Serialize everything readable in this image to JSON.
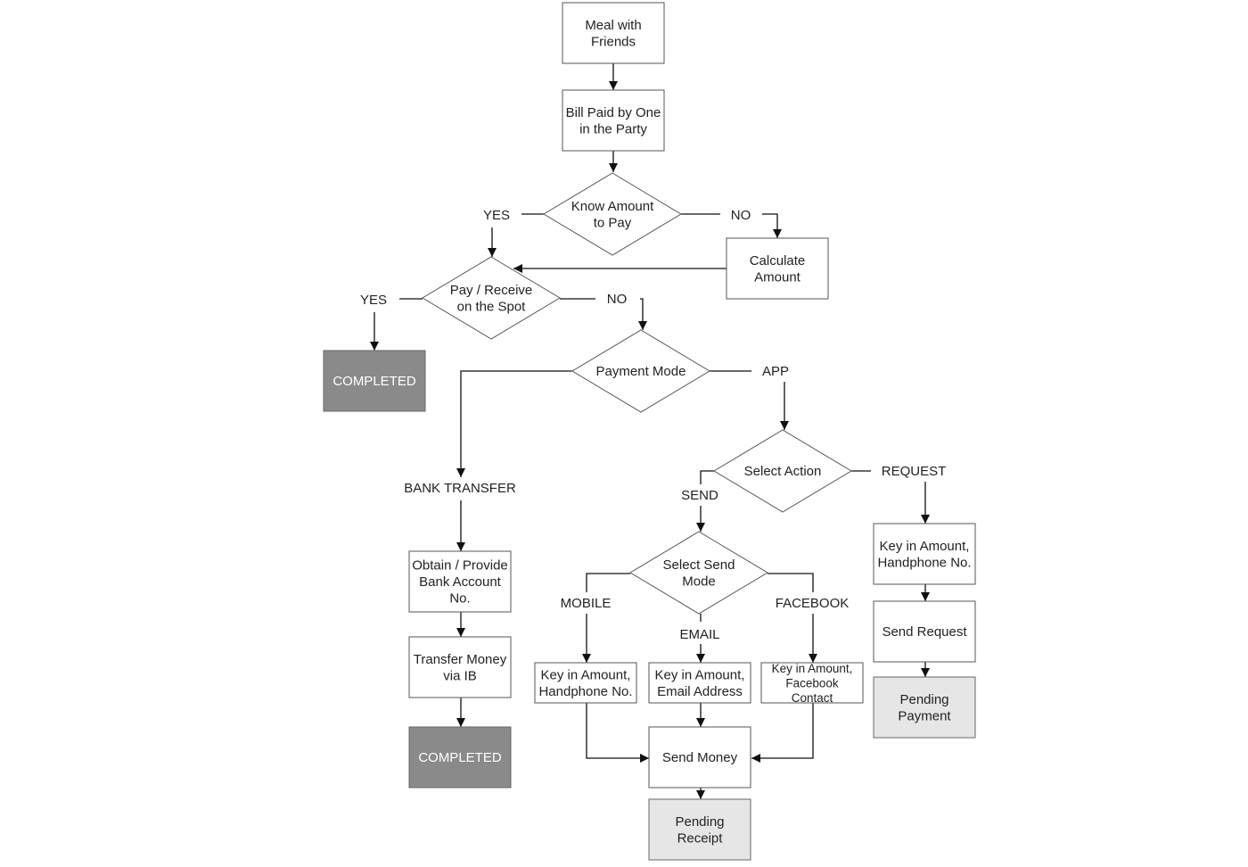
{
  "nodes": {
    "meal": [
      "Meal with",
      "Friends"
    ],
    "bill_paid": [
      "Bill Paid by One",
      "in the Party"
    ],
    "know_amount": [
      "Know Amount",
      "to Pay"
    ],
    "calculate": [
      "Calculate",
      "Amount"
    ],
    "pay_receive": [
      "Pay / Receive",
      "on the Spot"
    ],
    "completed_1": [
      "COMPLETED"
    ],
    "payment_mode": [
      "Payment Mode"
    ],
    "select_action": [
      "Select Action"
    ],
    "obtain_bank": [
      "Obtain / Provide",
      "Bank Account",
      "No."
    ],
    "transfer_money": [
      "Transfer Money",
      "via IB"
    ],
    "completed_2": [
      "COMPLETED"
    ],
    "select_send_mode": [
      "Select Send",
      "Mode"
    ],
    "key_mobile": [
      "Key in Amount,",
      "Handphone No."
    ],
    "key_email": [
      "Key in Amount,",
      "Email Address"
    ],
    "key_facebook": [
      "Key in Amount,",
      "Facebook",
      "Contact"
    ],
    "send_money": [
      "Send Money"
    ],
    "pending_receipt": [
      "Pending",
      "Receipt"
    ],
    "key_request": [
      "Key in Amount,",
      "Handphone No."
    ],
    "send_request": [
      "Send Request"
    ],
    "pending_payment": [
      "Pending",
      "Payment"
    ]
  },
  "edge_labels": {
    "yes_1": "YES",
    "no_1": "NO",
    "yes_2": "YES",
    "no_2": "NO",
    "app": "APP",
    "bank_transfer": "BANK TRANSFER",
    "send": "SEND",
    "request": "REQUEST",
    "mobile": "MOBILE",
    "email": "EMAIL",
    "facebook": "FACEBOOK"
  }
}
